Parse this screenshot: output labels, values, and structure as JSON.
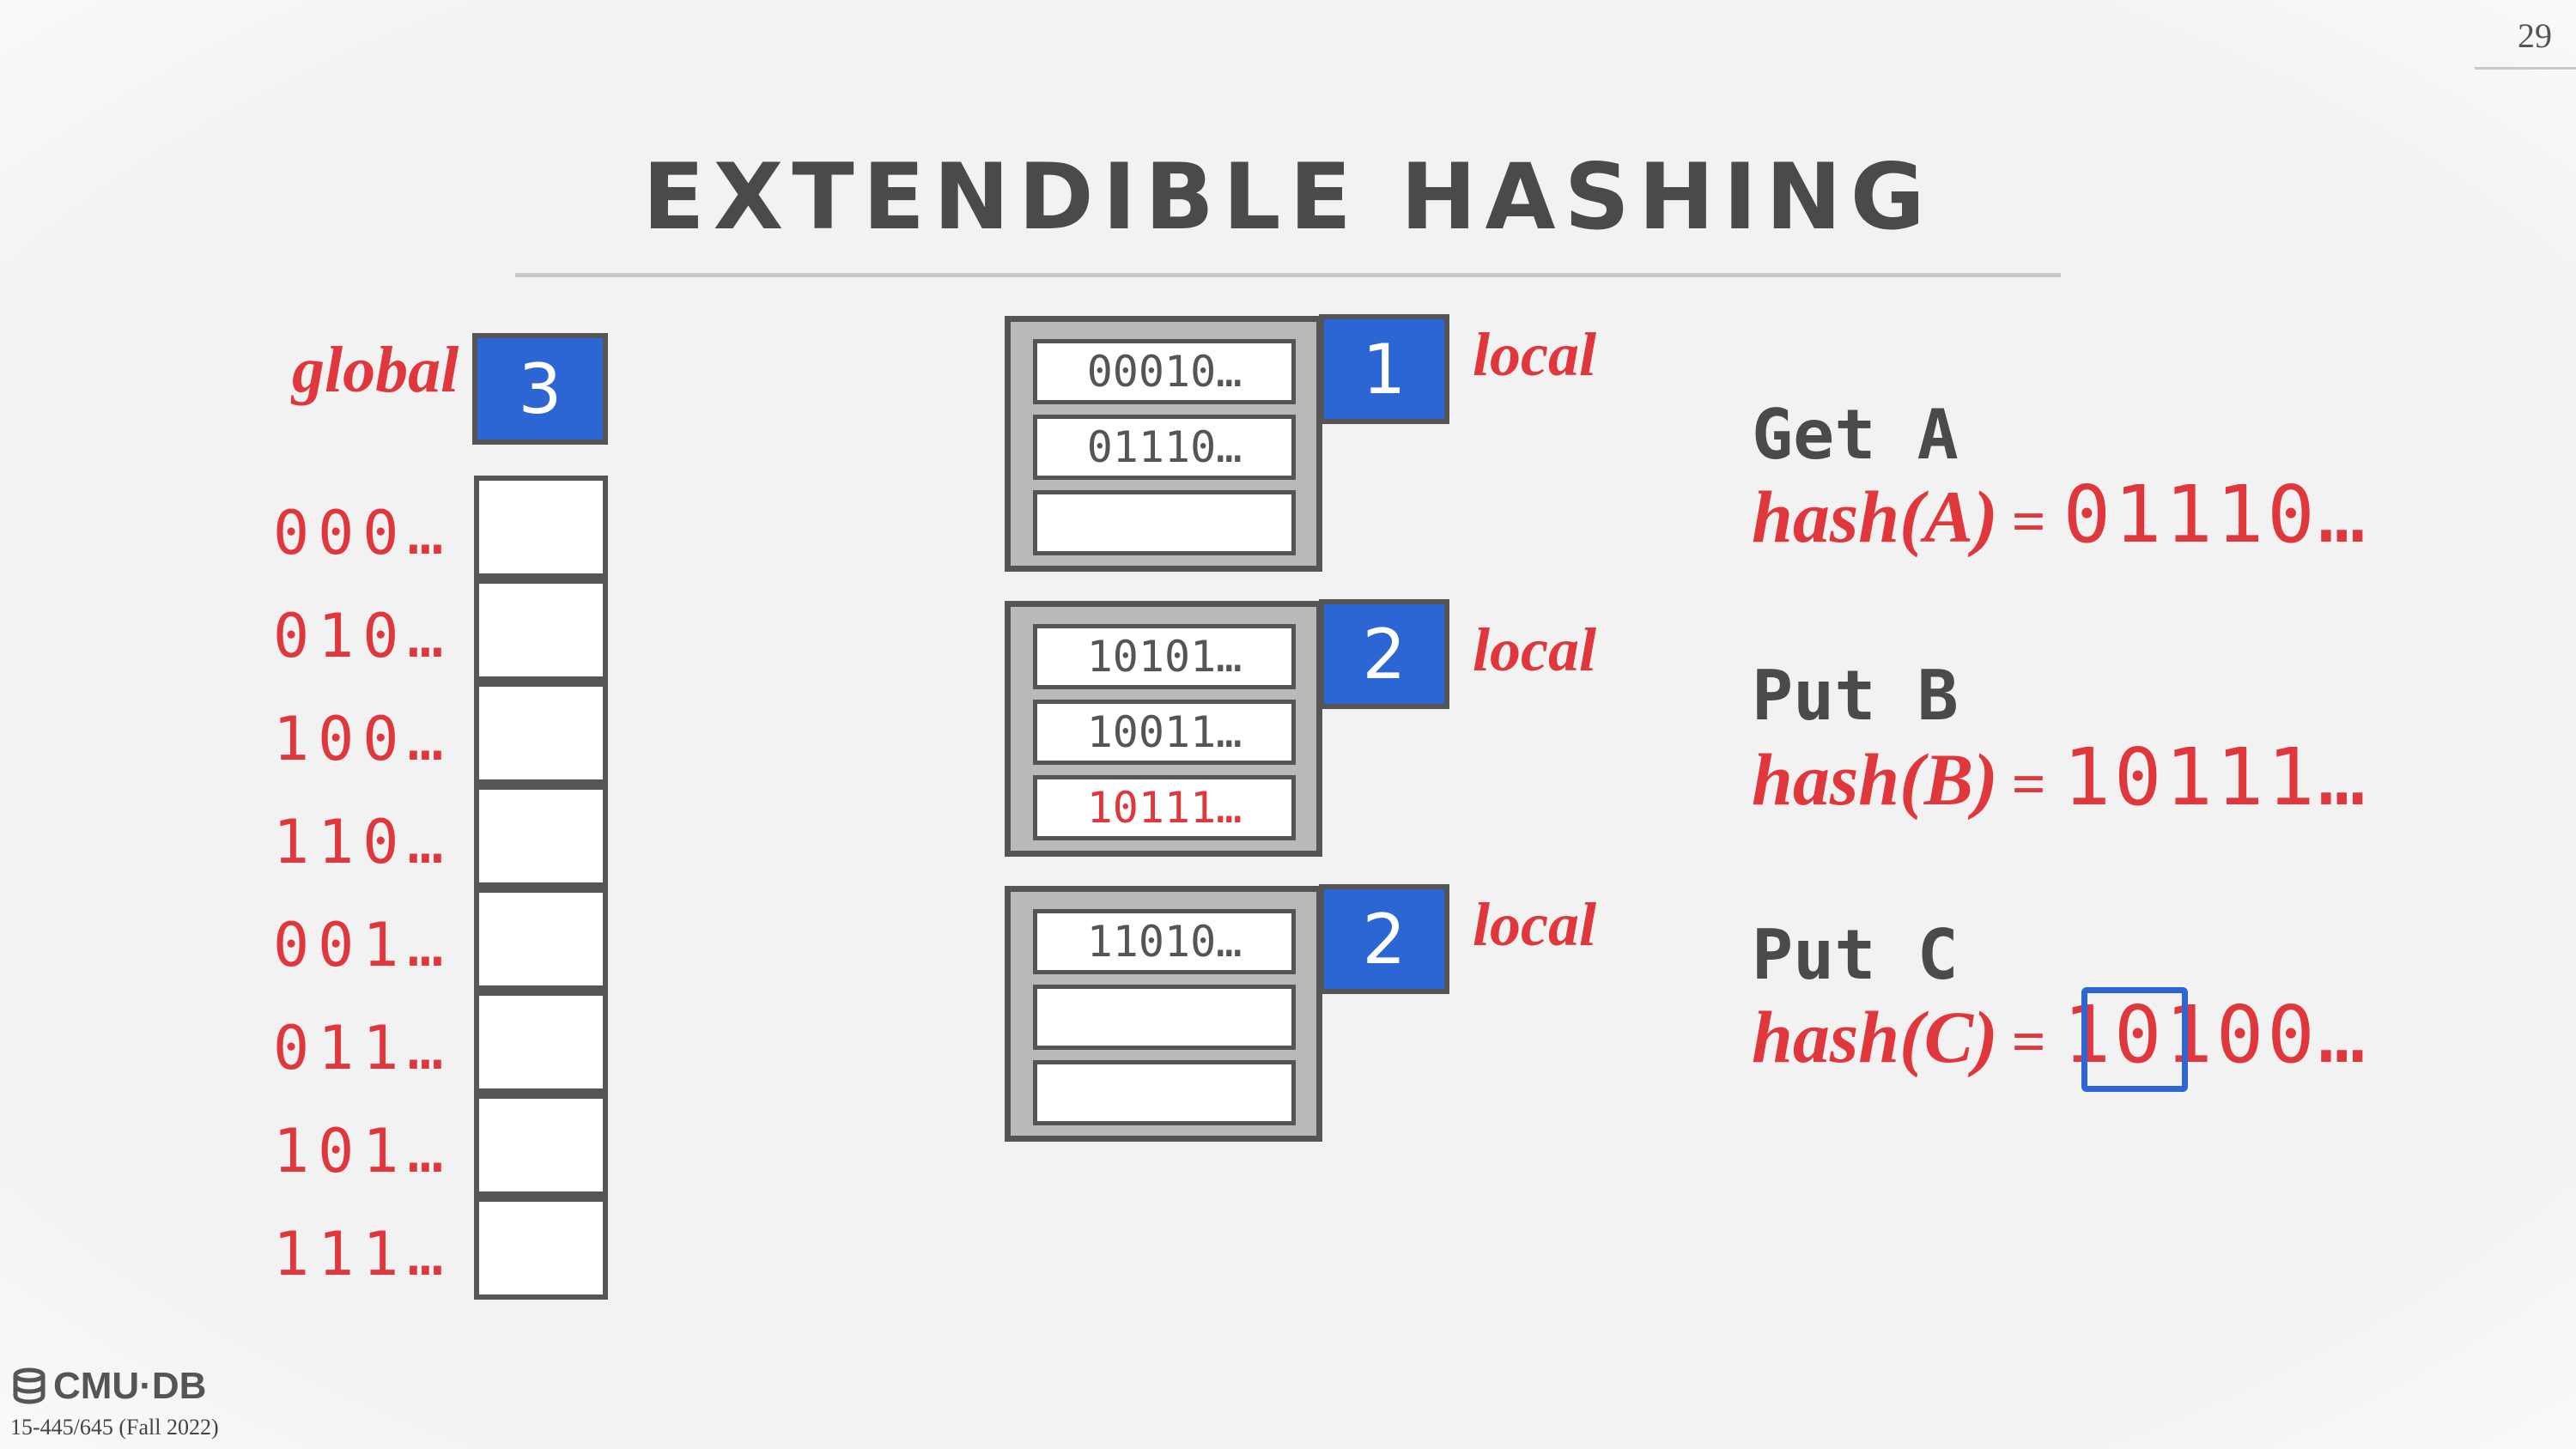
{
  "slide": {
    "page_number": "29",
    "title": "EXTENDIBLE HASHING",
    "course": "15-445/645 (Fall 2022)",
    "logo_text": "CMU·DB",
    "logo_icon": "database-icon"
  },
  "directory": {
    "global_label": "global",
    "global_depth": "3",
    "prefixes": [
      "000…",
      "010…",
      "100…",
      "110…",
      "001…",
      "011…",
      "101…",
      "111…"
    ]
  },
  "buckets": [
    {
      "local_label": "local",
      "local_depth": "1",
      "entries": [
        "00010…",
        "01110…",
        ""
      ]
    },
    {
      "local_label": "local",
      "local_depth": "2",
      "entries": [
        "10101…",
        "10011…",
        "10111…"
      ]
    },
    {
      "local_label": "local",
      "local_depth": "2",
      "entries": [
        "11010…",
        "",
        ""
      ]
    }
  ],
  "operations": [
    {
      "op": "Get A",
      "hash_fn": "hash(A)",
      "eq": "=",
      "value": "01110…"
    },
    {
      "op": "Put B",
      "hash_fn": "hash(B)",
      "eq": "=",
      "value": "10111…"
    },
    {
      "op": "Put C",
      "hash_fn": "hash(C)",
      "eq": "=",
      "value": "10100…"
    }
  ],
  "colors": {
    "accent_red": "#e0373d",
    "accent_blue": "#2b66d4",
    "text_gray": "#4a4a4a"
  }
}
